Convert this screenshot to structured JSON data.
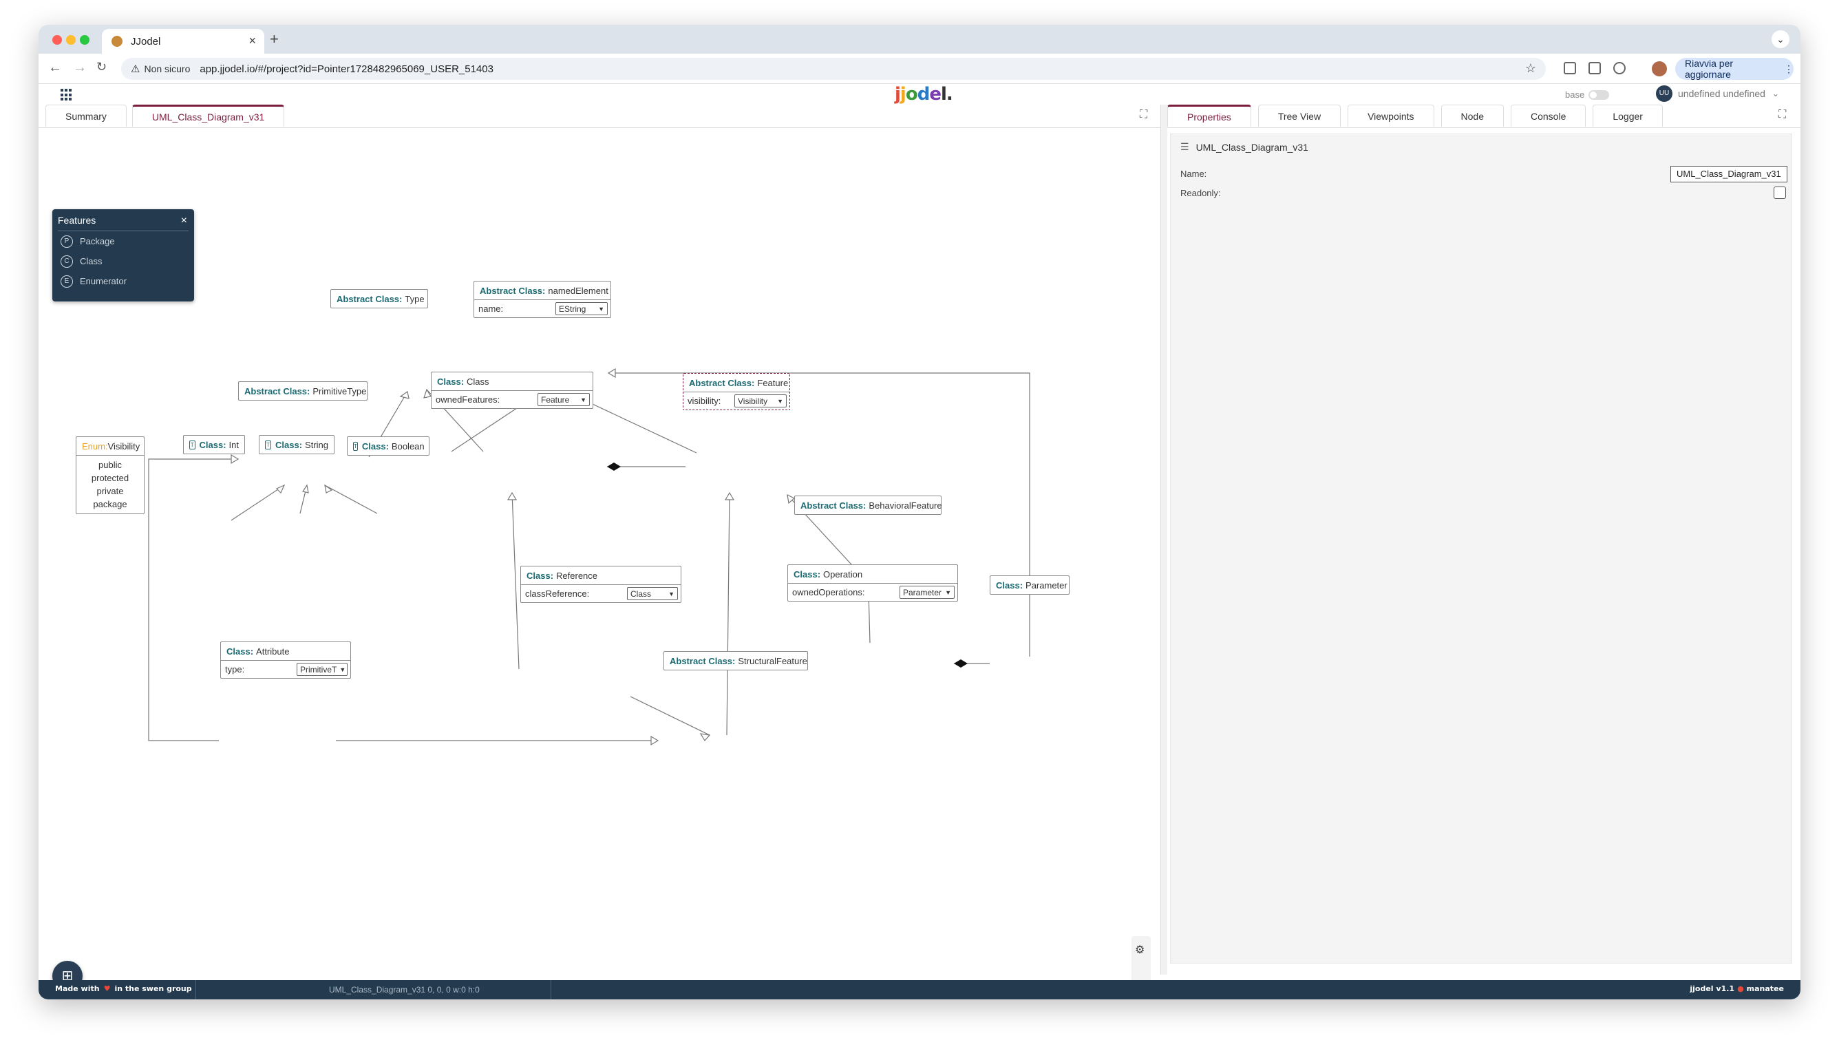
{
  "browser": {
    "tab_title": "JJodel",
    "address": "app.jjodel.io/#/project?id=Pointer1728482965069_USER_51403",
    "security_label": "Non sicuro",
    "update_button": "Riavvia per aggiornare"
  },
  "app": {
    "logo": [
      "j",
      "j",
      "o",
      "d",
      "e",
      "l."
    ],
    "base_label": "base",
    "user_initials": "UU",
    "user_name": "undefined undefined"
  },
  "left_tabs": [
    "Summary",
    "UML_Class_Diagram_v31"
  ],
  "palette": {
    "title": "Features",
    "items": [
      {
        "badge": "P",
        "label": "Package"
      },
      {
        "badge": "C",
        "label": "Class"
      },
      {
        "badge": "E",
        "label": "Enumerator"
      }
    ]
  },
  "diagram": {
    "type_node": {
      "kind": "Abstract Class:",
      "name": "Type"
    },
    "named_element": {
      "kind": "Abstract Class:",
      "name": "namedElement",
      "attr": "name:",
      "value": "EString"
    },
    "primitive_type": {
      "kind": "Abstract Class:",
      "name": "PrimitiveType"
    },
    "class_node": {
      "kind": "Class:",
      "name": "Class",
      "attr": "ownedFeatures:",
      "value": "Feature"
    },
    "feature": {
      "kind": "Abstract Class:",
      "name": "Feature",
      "attr": "visibility:",
      "value": "Visibility"
    },
    "int_node": {
      "kind": "Class:",
      "name": "Int"
    },
    "string_node": {
      "kind": "Class:",
      "name": "String"
    },
    "boolean_node": {
      "kind": "Class:",
      "name": "Boolean"
    },
    "visibility_enum": {
      "kind": "Enum:",
      "name": "Visibility",
      "values": [
        "public",
        "protected",
        "private",
        "package"
      ]
    },
    "behavioral_feature": {
      "kind": "Abstract Class:",
      "name": "BehavioralFeature"
    },
    "reference": {
      "kind": "Class:",
      "name": "Reference",
      "attr": "classReference:",
      "value": "Class"
    },
    "operation": {
      "kind": "Class:",
      "name": "Operation",
      "attr": "ownedOperations:",
      "value": "Parameter"
    },
    "parameter": {
      "kind": "Class:",
      "name": "Parameter"
    },
    "attribute": {
      "kind": "Class:",
      "name": "Attribute",
      "attr": "type:",
      "value": "PrimitiveT"
    },
    "structural_feature": {
      "kind": "Abstract Class:",
      "name": "StructuralFeature"
    }
  },
  "right_tabs": [
    "Properties",
    "Tree View",
    "Viewpoints",
    "Node",
    "Console",
    "Logger"
  ],
  "properties": {
    "title": "UML_Class_Diagram_v31",
    "name_label": "Name:",
    "name_value": "UML_Class_Diagram_v31",
    "readonly_label": "Readonly:"
  },
  "footer": {
    "made_with": "Made with",
    "group": "in the swen group",
    "coords": "UML_Class_Diagram_v31 0, 0, 0 w:0 h:0",
    "version": "jjodel v1.1",
    "brand": "manatee"
  },
  "colors": {
    "accent": "#7b1c3c",
    "class_kind": "#1c6a72",
    "enum_kind": "#e8a22a",
    "dark_panel": "#243b4f"
  }
}
